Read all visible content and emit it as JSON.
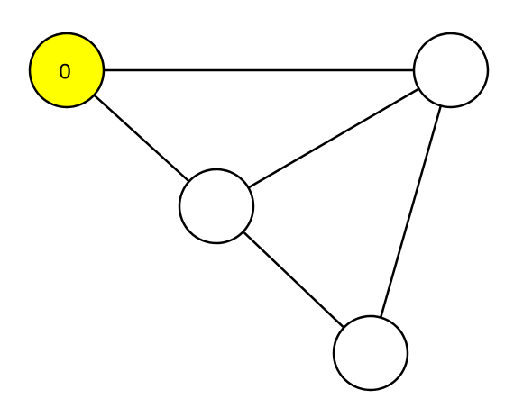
{
  "graph": {
    "nodes": [
      {
        "id": "a",
        "label": "0",
        "fill": "#ffff00",
        "highlighted": true
      },
      {
        "id": "b",
        "label": "",
        "fill": "#ffffff",
        "highlighted": false
      },
      {
        "id": "c",
        "label": "",
        "fill": "#ffffff",
        "highlighted": false
      },
      {
        "id": "d",
        "label": "",
        "fill": "#ffffff",
        "highlighted": false
      }
    ],
    "edges": [
      {
        "from": "a",
        "to": "b"
      },
      {
        "from": "a",
        "to": "c"
      },
      {
        "from": "b",
        "to": "c"
      },
      {
        "from": "b",
        "to": "d"
      },
      {
        "from": "c",
        "to": "d"
      }
    ],
    "colors": {
      "highlight": "#ffff00",
      "node_fill": "#ffffff",
      "stroke": "#000000"
    }
  }
}
